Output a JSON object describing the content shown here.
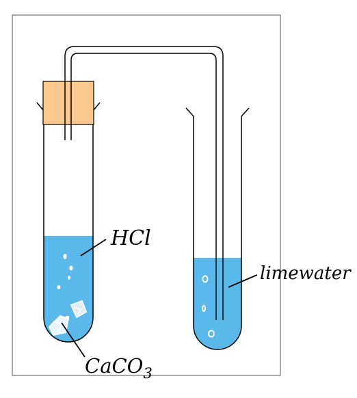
{
  "diagram": {
    "labels": {
      "acid": "HCl",
      "solid": "CaCO",
      "solid_subscript": "3",
      "test_solution": "limewater"
    },
    "colors": {
      "liquid": "#5bb8ea",
      "stopper": "#fbc98d",
      "outline": "#000000",
      "border": "#555555"
    }
  }
}
